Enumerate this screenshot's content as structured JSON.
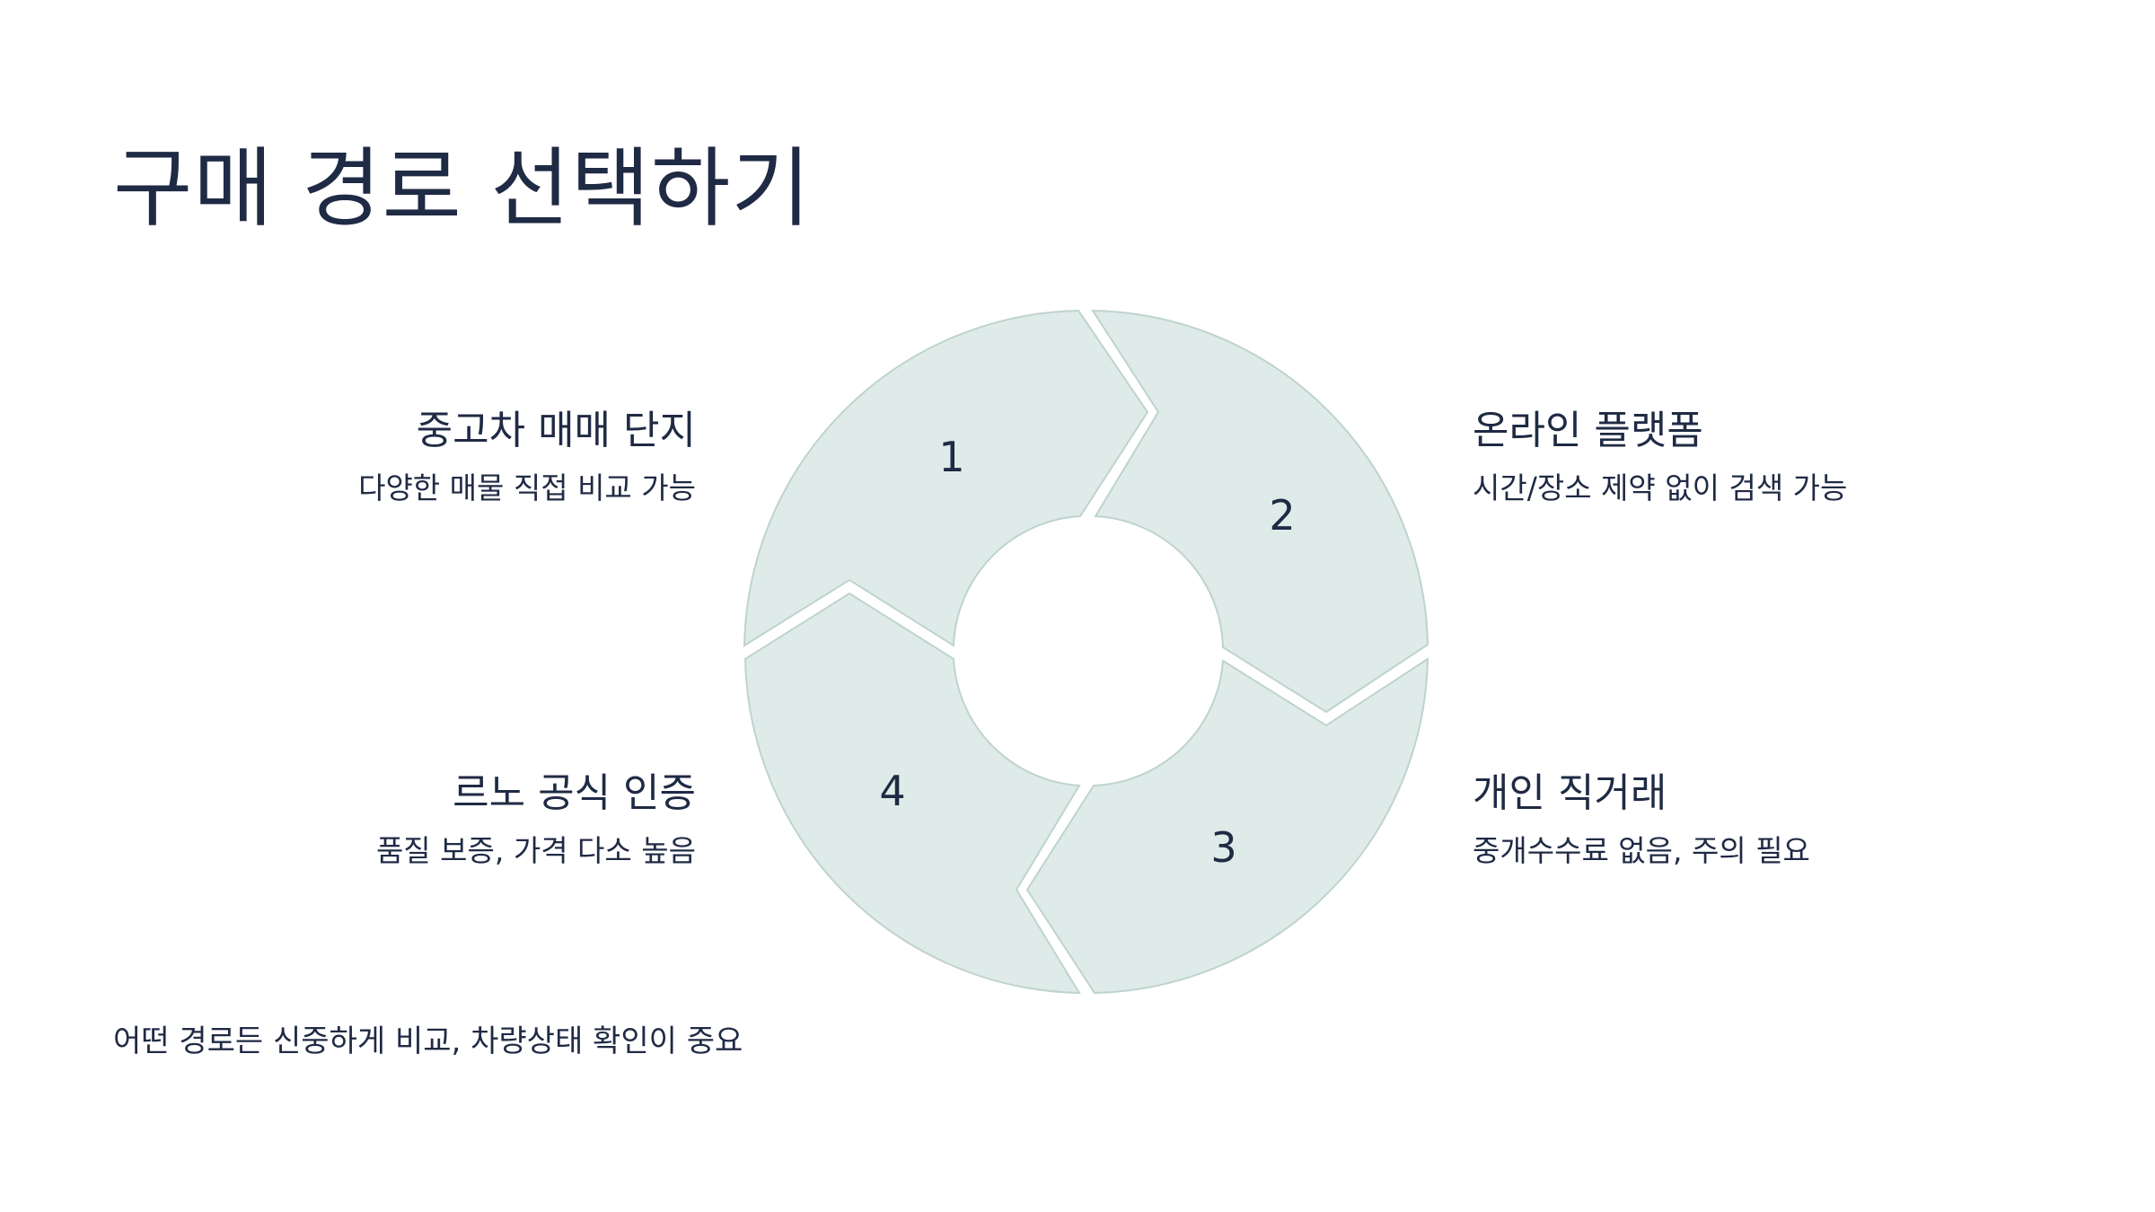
{
  "title": "구매 경로 선택하기",
  "steps": [
    {
      "number": "1",
      "title": "중고차 매매 단지",
      "description": "다양한 매물 직접 비교 가능"
    },
    {
      "number": "2",
      "title": "온라인 플랫폼",
      "description": "시간/장소 제약 없이 검색 가능"
    },
    {
      "number": "3",
      "title": "개인 직거래",
      "description": "중개수수료 없음, 주의 필요"
    },
    {
      "number": "4",
      "title": "르노 공식 인증",
      "description": "품질 보증, 가격 다소 높음"
    }
  ],
  "footer_note": "어떤 경로든 신중하게 비교, 차량상태 확인이 중요",
  "colors": {
    "segment_fill": "#dfebe8",
    "segment_stroke": "#bfd3ce",
    "text": "#1f2a44"
  }
}
